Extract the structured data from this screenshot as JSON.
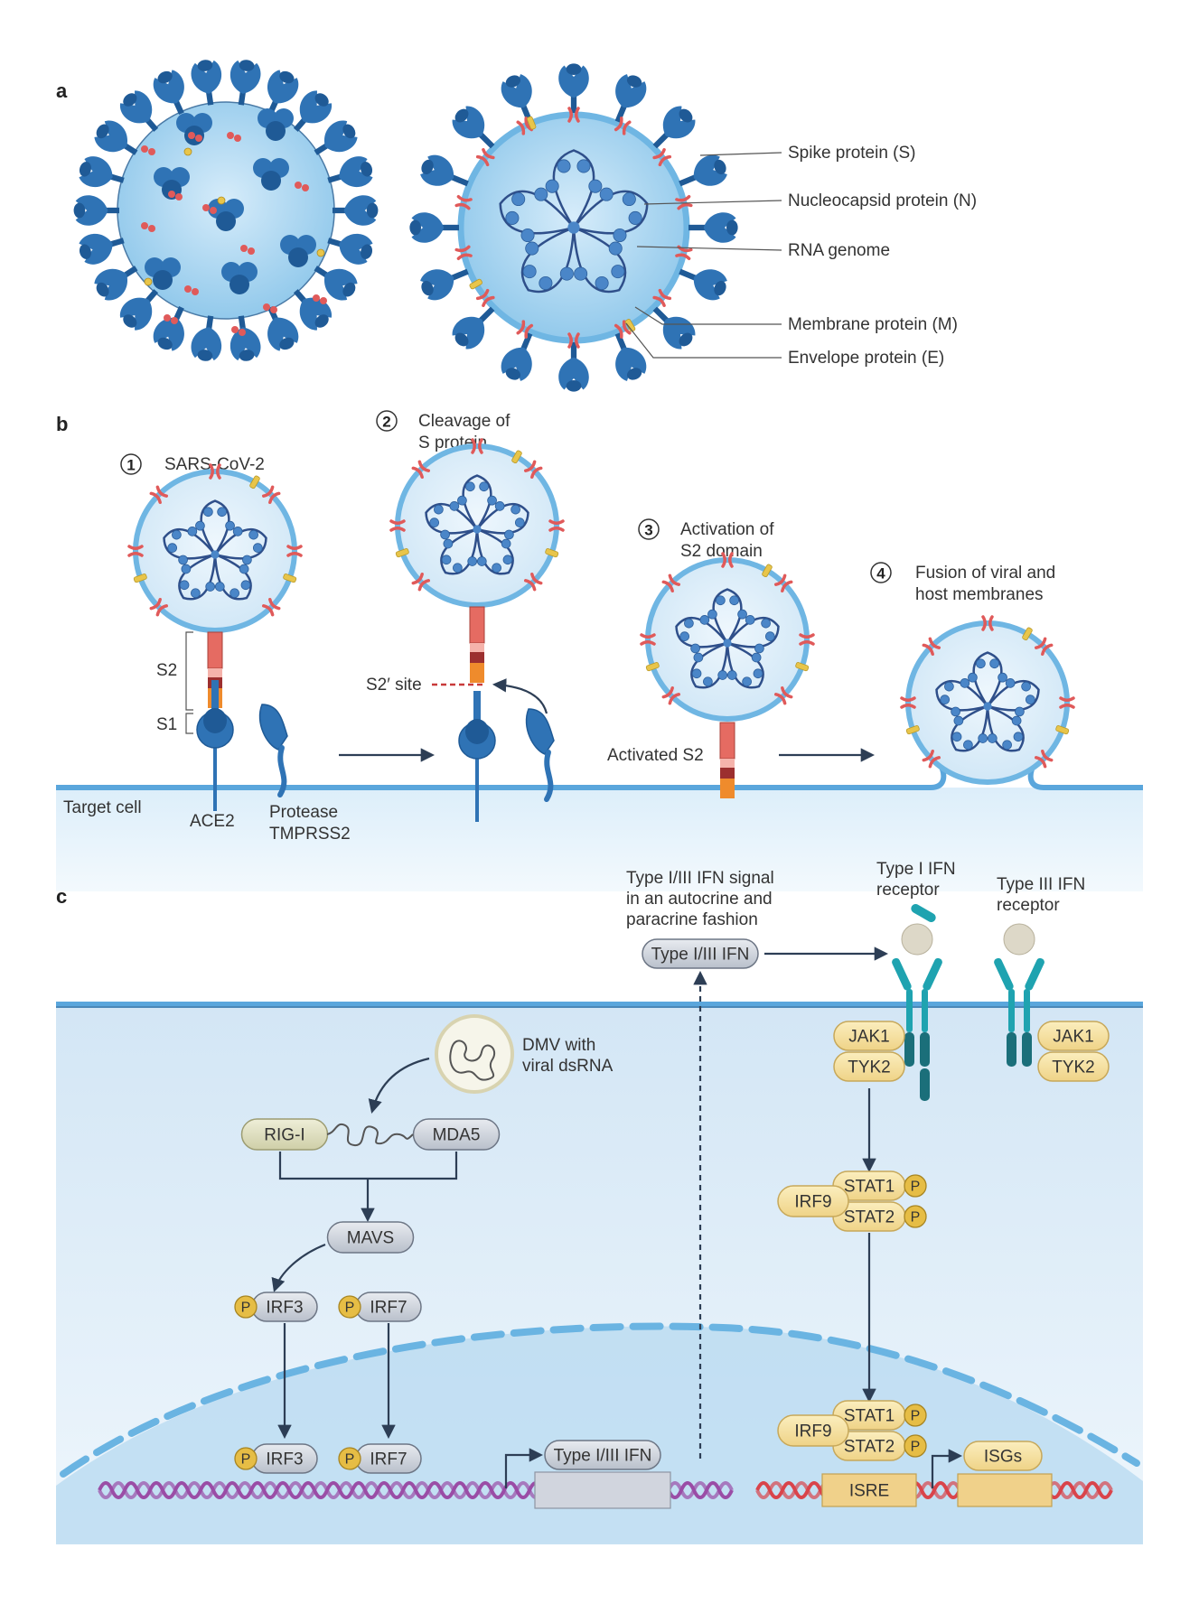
{
  "figure": {
    "panels": {
      "a": "a",
      "b": "b",
      "c": "c"
    },
    "colors": {
      "spike": "#2f73b5",
      "spike_dark": "#1f5a96",
      "virion_fill": "#a9d4ef",
      "envelope": "#6fb6e3",
      "m_protein": "#e05a5a",
      "e_protein": "#e8c54a",
      "rna": "#2f4f8a",
      "n_protein": "#4a86c8",
      "cell_bg": "#dcebf7",
      "membrane": "#5aa6dc",
      "nucleus_bg": "#bfdcf0",
      "grey_pill": "#ccd1da",
      "yellow_pill": "#f3dc98",
      "receptor": "#1fa3b0",
      "receptor_dark": "#1b6f7a",
      "dna_purple": "#9a4da6",
      "dna_red": "#d9444b",
      "arrow": "#2d3e55"
    },
    "panel_a": {
      "labels": [
        "Spike protein (S)",
        "Nucleocapsid protein (N)",
        "RNA genome",
        "Membrane protein (M)",
        "Envelope protein (E)"
      ]
    },
    "panel_b": {
      "steps": [
        {
          "num": "1",
          "title_lines": [
            "SARS-CoV-2"
          ]
        },
        {
          "num": "2",
          "title_lines": [
            "Cleavage of",
            "S protein"
          ]
        },
        {
          "num": "3",
          "title_lines": [
            "Activation of",
            "S2 domain"
          ]
        },
        {
          "num": "4",
          "title_lines": [
            "Fusion of viral and",
            "host membranes"
          ]
        }
      ],
      "domain_labels": {
        "s2": "S2",
        "s1": "S1",
        "s2_site": "S2′ site",
        "activated_s2": "Activated S2"
      },
      "cell_labels": {
        "target_cell": "Target cell",
        "ace2": "ACE2",
        "protease_line1": "Protease",
        "protease_line2": "TMPRSS2"
      }
    },
    "panel_c": {
      "signal_note_lines": [
        "Type I/III IFN signal",
        "in an autocrine and",
        "paracrine fashion"
      ],
      "ifn_pill": "Type I/III IFN",
      "type1_receptor_lines": [
        "Type I IFN",
        "receptor"
      ],
      "type3_receptor_lines": [
        "Type III IFN",
        "receptor"
      ],
      "dmv_lines": [
        "DMV with",
        "viral dsRNA"
      ],
      "sensors": {
        "rig_i": "RIG-I",
        "mda5": "MDA5",
        "mavs": "MAVS"
      },
      "irfs": {
        "irf3": "IRF3",
        "irf7": "IRF7",
        "irf9": "IRF9",
        "p": "P"
      },
      "kinases": {
        "jak1": "JAK1",
        "tyk2": "TYK2"
      },
      "stats": {
        "stat1": "STAT1",
        "stat2": "STAT2"
      },
      "nuclear": {
        "ifn_gene": "Type I/III IFN",
        "isre": "ISRE",
        "isgs": "ISGs"
      }
    }
  }
}
